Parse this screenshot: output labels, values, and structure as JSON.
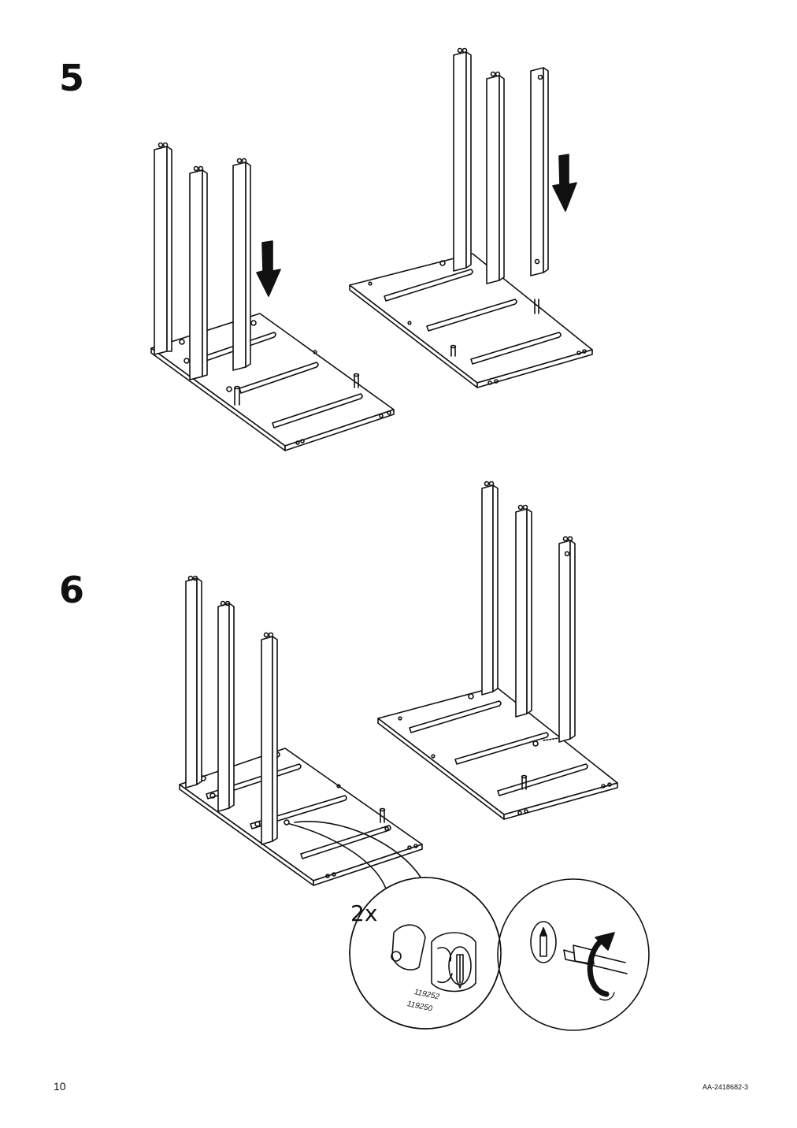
{
  "steps": [
    {
      "number": "5"
    },
    {
      "number": "6"
    }
  ],
  "detail": {
    "quantity": "2x",
    "part_numbers": [
      "119252",
      "119250"
    ]
  },
  "footer": {
    "page_number": "10",
    "document_id": "AA-2418682-3"
  }
}
